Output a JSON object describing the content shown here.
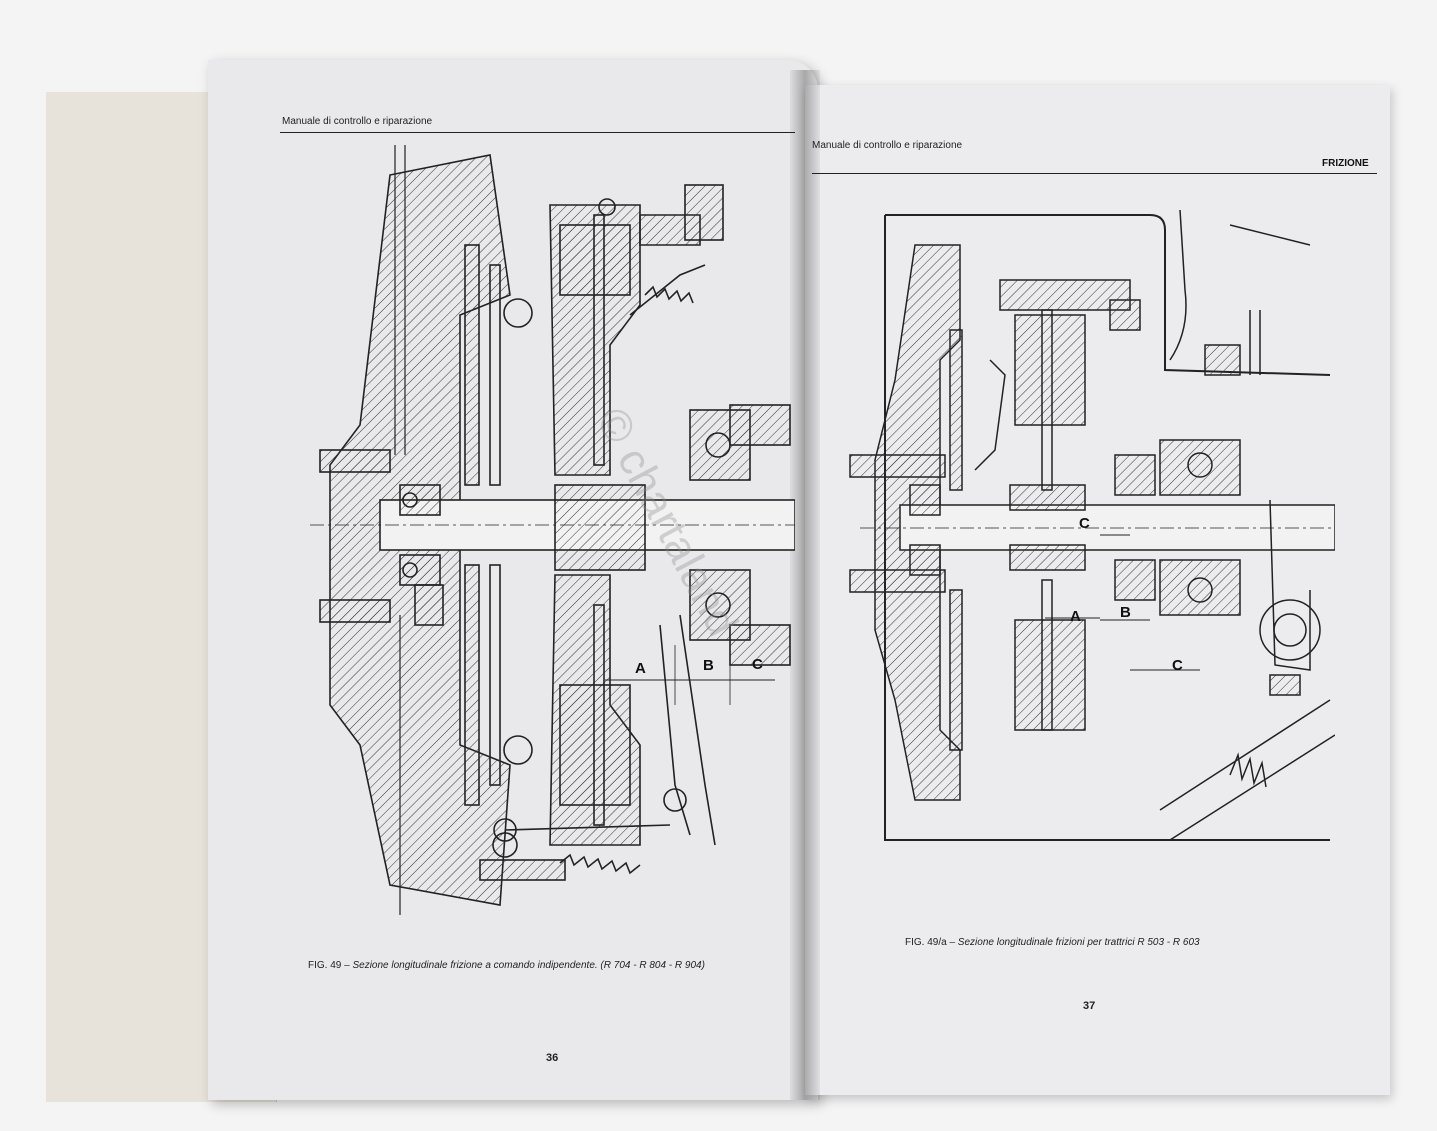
{
  "left_page": {
    "running_header": "Manuale di controllo e riparazione",
    "figure_number": "FIG. 49",
    "figure_caption": "– Sezione longitudinale frizione a comando indipendente. (R 704 - R 804 - R 904)",
    "labels": [
      "A",
      "B",
      "C"
    ],
    "page_number": "36"
  },
  "right_page": {
    "running_header": "Manuale di controllo e riparazione",
    "section_title": "FRIZIONE",
    "figure_number": "FIG. 49/a",
    "figure_caption": "– Sezione longitudinale frizioni per trattrici R 503 - R 603",
    "labels": [
      "C",
      "A",
      "B",
      "C"
    ],
    "page_number": "37"
  },
  "watermark": "© chartaland"
}
